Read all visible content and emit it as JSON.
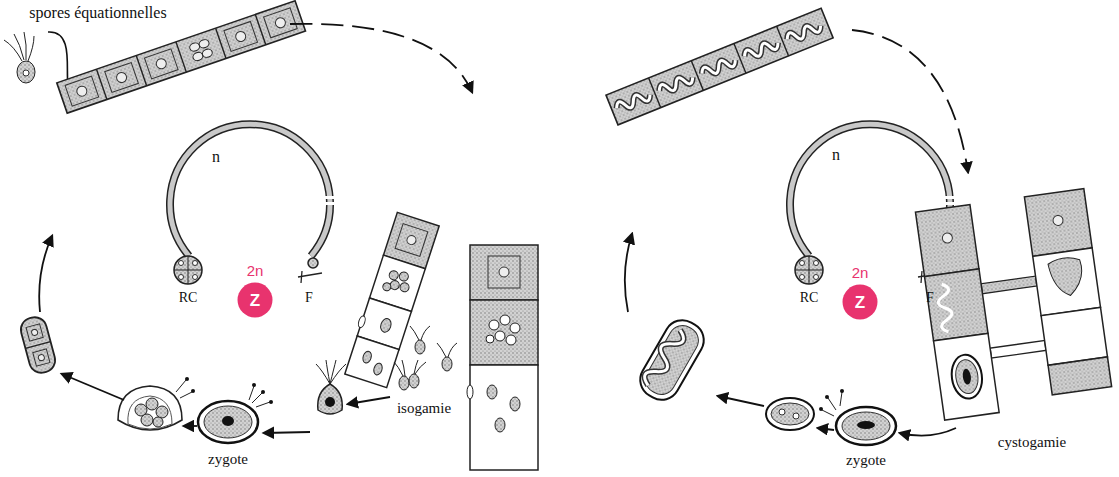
{
  "diagram": {
    "nodes": [
      {
        "text": [
          "2n",
          "Z"
        ]
      },
      {
        "text": [
          "2n",
          "Z"
        ]
      }
    ],
    "labels": [
      "spores équationnelles",
      "n",
      "RC",
      "F",
      "isogamie",
      "zygote",
      "n",
      "RC",
      "F",
      "cystogamie",
      "zygote"
    ]
  }
}
